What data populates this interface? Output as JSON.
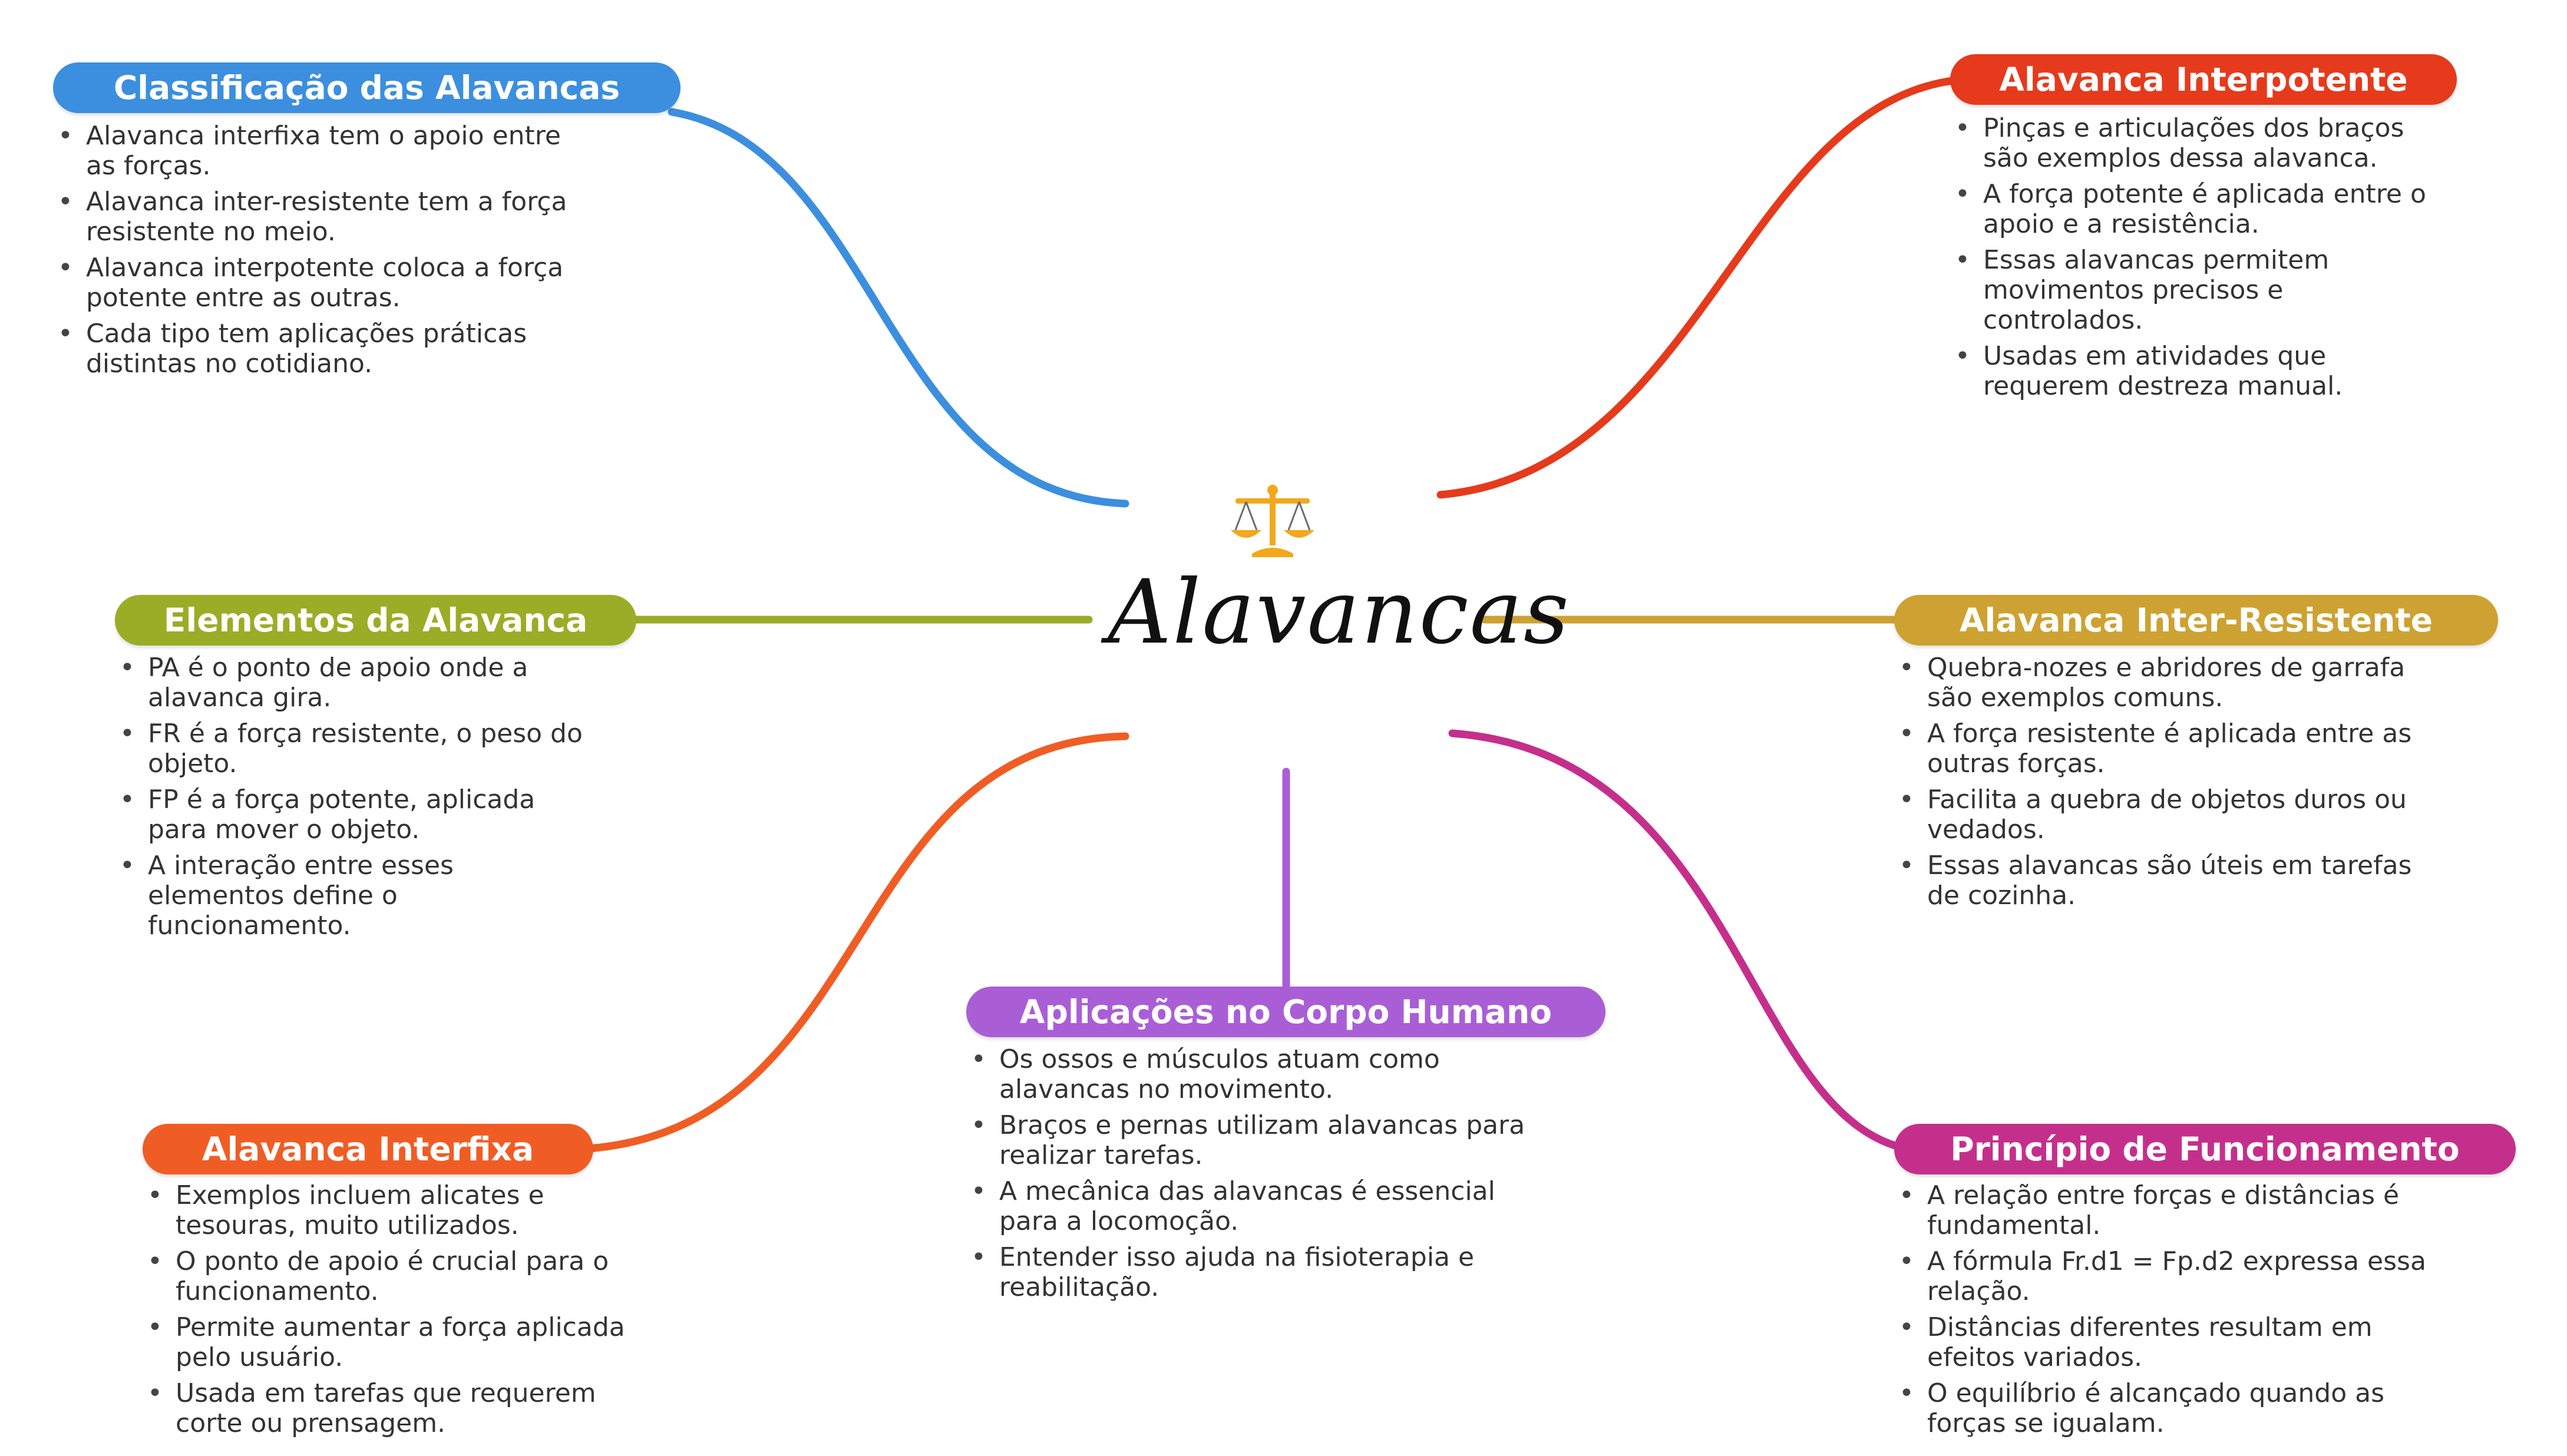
{
  "center": {
    "title": "Alavancas",
    "icon": "balance-scale-icon"
  },
  "branches": [
    {
      "key": "classificacao",
      "title": "Classificação das Alavancas",
      "color": "#3b8fde",
      "items": [
        "Alavanca interfixa tem o apoio entre as forças.",
        "Alavanca inter-resistente tem a força resistente no meio.",
        "Alavanca interpotente coloca a força potente entre as outras.",
        "Cada tipo tem aplicações práticas distintas no cotidiano."
      ]
    },
    {
      "key": "interpotente",
      "title": "Alavanca Interpotente",
      "color": "#e63a1c",
      "items": [
        "Pinças e articulações dos braços são exemplos dessa alavanca.",
        "A força potente é aplicada entre o apoio e a resistência.",
        "Essas alavancas permitem movimentos precisos e controlados.",
        "Usadas em atividades que requerem destreza manual."
      ]
    },
    {
      "key": "elementos",
      "title": "Elementos da Alavanca",
      "color": "#99ad26",
      "items": [
        "PA é o ponto de apoio onde a alavanca gira.",
        "FR é a força resistente, o peso do objeto.",
        "FP é a força potente, aplicada para mover o objeto.",
        "A interação entre esses elementos define o funcionamento."
      ]
    },
    {
      "key": "inter-resistente",
      "title": "Alavanca Inter-Resistente",
      "color": "#cda232",
      "items": [
        "Quebra-nozes e abridores de garrafa são exemplos comuns.",
        "A força resistente é aplicada entre as outras forças.",
        "Facilita a quebra de objetos duros ou vedados.",
        "Essas alavancas são úteis em tarefas de cozinha."
      ]
    },
    {
      "key": "aplicacoes",
      "title": "Aplicações no Corpo Humano",
      "color": "#a95ed6",
      "items": [
        "Os ossos e músculos atuam como alavancas no movimento.",
        "Braços e pernas utilizam alavancas para realizar tarefas.",
        "A mecânica das alavancas é essencial para a locomoção.",
        "Entender isso ajuda na fisioterapia e reabilitação."
      ]
    },
    {
      "key": "interfixa",
      "title": "Alavanca Interfixa",
      "color": "#f05d24",
      "items": [
        "Exemplos incluem alicates e tesouras, muito utilizados.",
        "O ponto de apoio é crucial para o funcionamento.",
        "Permite aumentar a força aplicada pelo usuário.",
        "Usada em tarefas que requerem corte ou prensagem."
      ]
    },
    {
      "key": "principio",
      "title": "Princípio de Funcionamento",
      "color": "#c52f8c",
      "items": [
        "A relação entre forças e distâncias é fundamental.",
        "A fórmula Fr.d1 = Fp.d2 expressa essa relação.",
        "Distâncias diferentes resultam em efeitos variados.",
        "O equilíbrio é alcançado quando as forças se igualam."
      ]
    }
  ]
}
